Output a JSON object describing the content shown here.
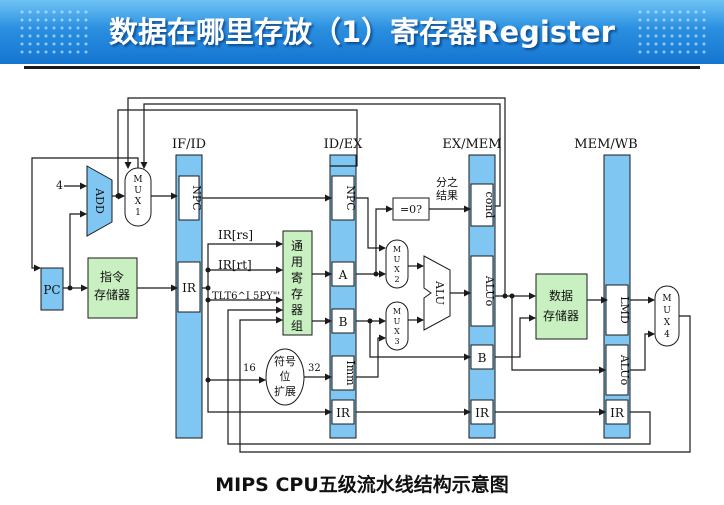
{
  "title": "数据在哪里存放（1）寄存器Register",
  "caption": "MIPS CPU五级流水线结构示意图",
  "stages": {
    "if_id": "IF/ID",
    "id_ex": "ID/EX",
    "ex_mem": "EX/MEM",
    "mem_wb": "MEM/WB"
  },
  "fields": {
    "npc": "NPC",
    "ir": "IR",
    "a": "A",
    "b": "B",
    "imm": "Imm",
    "cond": "cond",
    "aluo": "ALUo",
    "lmd": "LMD"
  },
  "units": {
    "pc": "PC",
    "add": "ADD",
    "imem": [
      "指令",
      "存储器"
    ],
    "regfile": [
      "通",
      "用",
      "寄",
      "存",
      "器",
      "组"
    ],
    "signext": [
      "符号",
      "位",
      "扩展"
    ],
    "dmem": [
      "数据",
      "存储器"
    ],
    "zero_test": "=0?",
    "alu": "ALU",
    "mux1": [
      "M",
      "U",
      "X",
      "1"
    ],
    "mux2": [
      "M",
      "U",
      "X",
      "2"
    ],
    "mux3": [
      "M",
      "U",
      "X",
      "3"
    ],
    "mux4": [
      "M",
      "U",
      "X",
      "4"
    ]
  },
  "labels": {
    "const_4": "4",
    "ir_rs": "IR[rs]",
    "ir_rt": "IR[rt]",
    "ir_rd": "TLT6^I 5PY\"'",
    "width_16": "16",
    "width_32": "32",
    "branch": [
      "分之",
      "结果"
    ]
  },
  "colors": {
    "banner": "#1e82d8",
    "latch": "#7fc6f2",
    "unit_green": "#c9f0c0",
    "stroke": "#1a1a1a"
  }
}
